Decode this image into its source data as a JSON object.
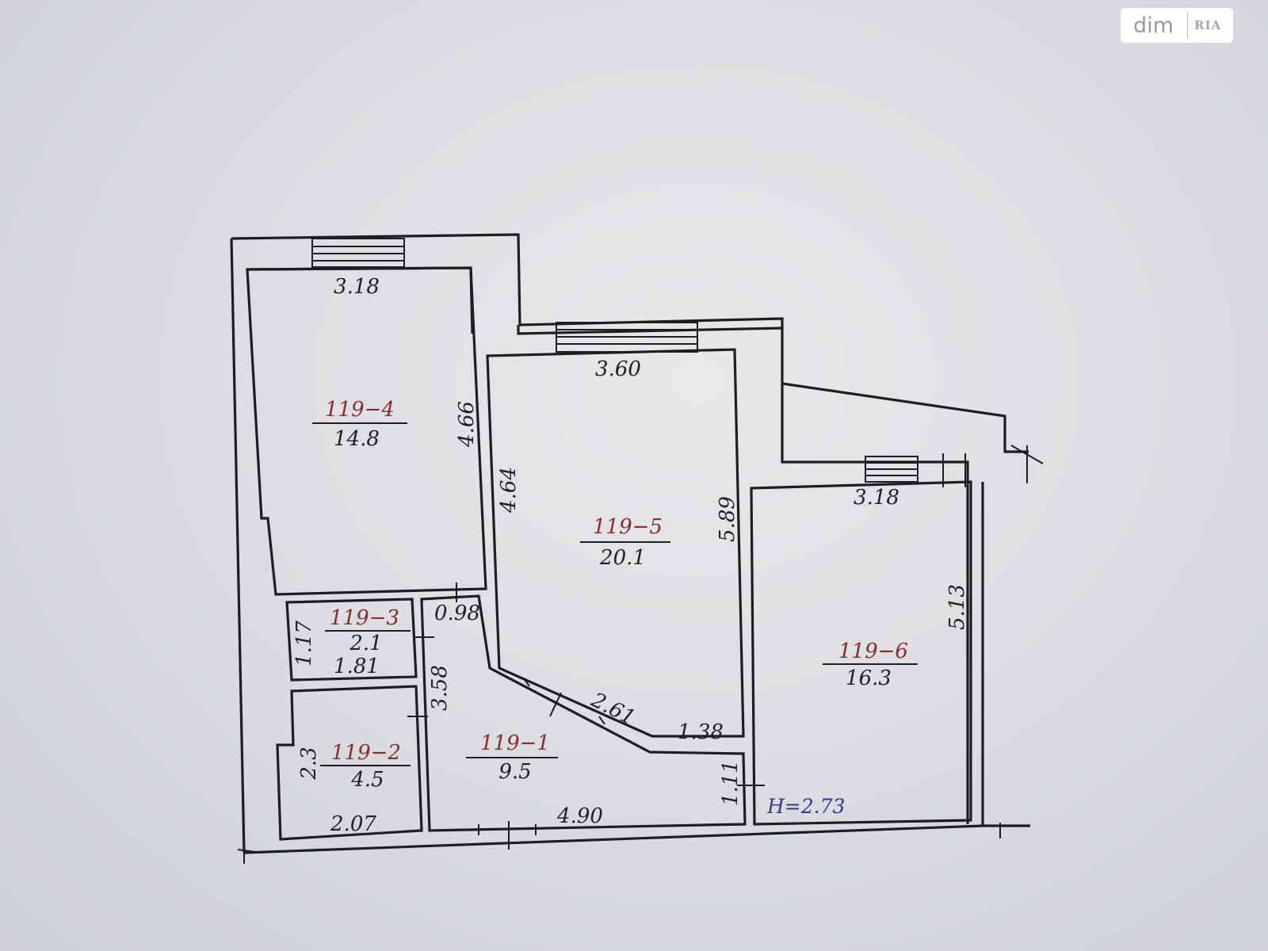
{
  "watermark": {
    "brand": "dim",
    "sub": "RIA"
  },
  "height_label": "H=2.73",
  "rooms": [
    {
      "id": "119−4",
      "area": "14.8"
    },
    {
      "id": "119−5",
      "area": "20.1"
    },
    {
      "id": "119−3",
      "area": "2.1"
    },
    {
      "id": "119−2",
      "area": "4.5"
    },
    {
      "id": "119−1",
      "area": "9.5"
    },
    {
      "id": "119−6",
      "area": "16.3"
    }
  ],
  "dimensions": [
    "3.18",
    "4.66",
    "3.60",
    "4.64",
    "5.89",
    "3.18",
    "5.13",
    "0.98",
    "1.17",
    "1.81",
    "3.58",
    "2.3",
    "2.07",
    "2.61",
    "1.38",
    "1.11",
    "4.90"
  ]
}
